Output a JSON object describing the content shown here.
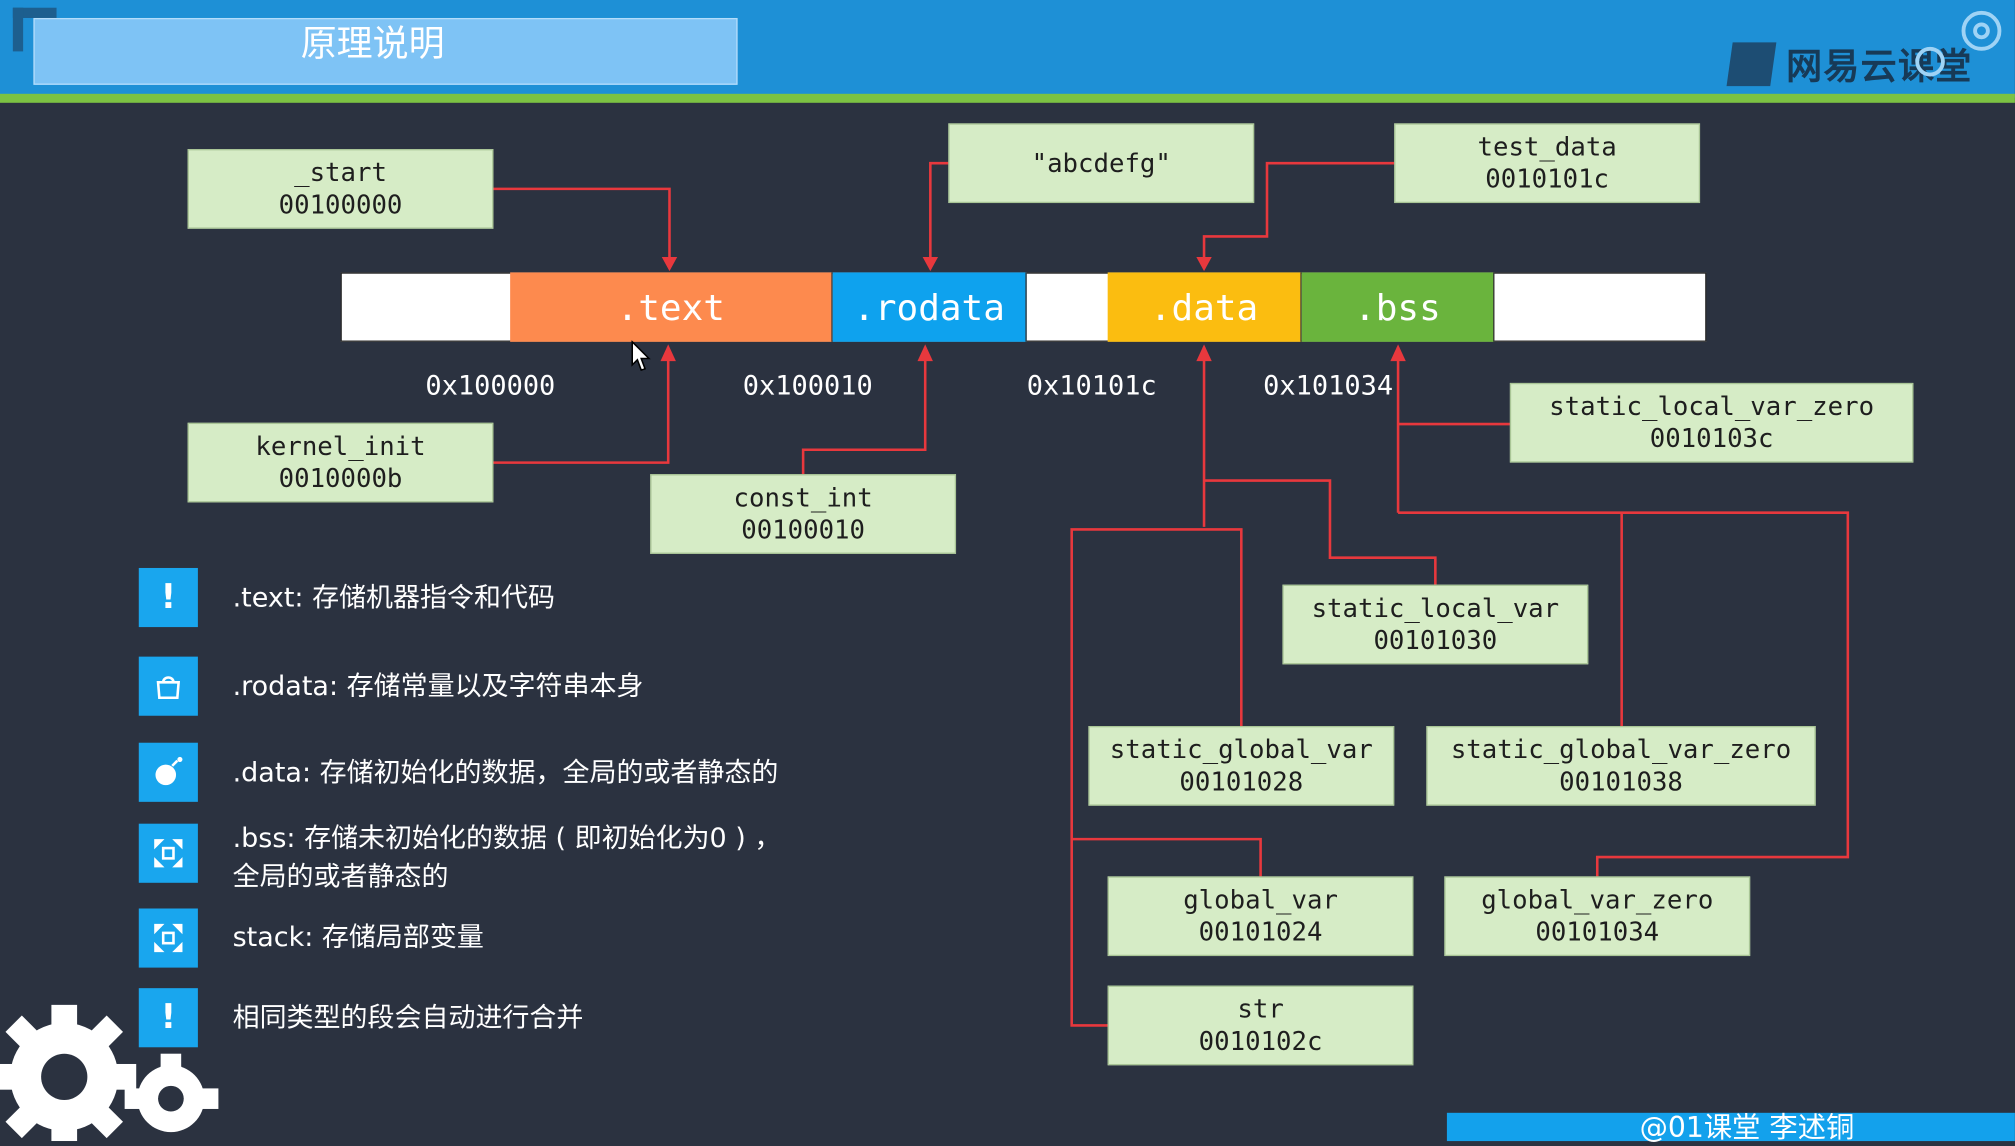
{
  "header": {
    "title": "原理说明",
    "logo_text": "网易云课堂"
  },
  "memory_bar": {
    "segments": [
      {
        "label": ".text",
        "color": "#fd8a4e"
      },
      {
        "label": ".rodata",
        "color": "#0ea2ee"
      },
      {
        "label": ".data",
        "color": "#fbbd10"
      },
      {
        "label": ".bss",
        "color": "#6ab43d"
      }
    ],
    "addresses": [
      "0x100000",
      "0x100010",
      "0x10101c",
      "0x101034"
    ]
  },
  "symbols": {
    "start": {
      "name": "_start",
      "addr": "00100000"
    },
    "abcdefg": {
      "name": "\"abcdefg\""
    },
    "test_data": {
      "name": "test_data",
      "addr": "0010101c"
    },
    "kernel_init": {
      "name": "kernel_init",
      "addr": "0010000b"
    },
    "const_int": {
      "name": "const_int",
      "addr": "00100010"
    },
    "static_local_var_zero": {
      "name": "static_local_var_zero",
      "addr": "0010103c"
    },
    "static_local_var": {
      "name": "static_local_var",
      "addr": "00101030"
    },
    "static_global_var": {
      "name": "static_global_var",
      "addr": "00101028"
    },
    "static_global_var_zero": {
      "name": "static_global_var_zero",
      "addr": "00101038"
    },
    "global_var": {
      "name": "global_var",
      "addr": "00101024"
    },
    "global_var_zero": {
      "name": "global_var_zero",
      "addr": "00101034"
    },
    "str": {
      "name": "str",
      "addr": "0010102c"
    }
  },
  "legend": [
    {
      "icon": "exclamation-icon",
      "glyph": "!",
      "text": ".text: 存储机器指令和代码"
    },
    {
      "icon": "bag-icon",
      "glyph": "",
      "text": ".rodata: 存储常量以及字符串本身"
    },
    {
      "icon": "bomb-icon",
      "glyph": "",
      "text": ".data: 存储初始化的数据，全局的或者静态的"
    },
    {
      "icon": "expand-icon",
      "glyph": "",
      "text": ".bss: 存储未初始化的数据 ( 即初始化为0 ) ，",
      "text2": "全局的或者静态的"
    },
    {
      "icon": "expand-icon",
      "glyph": "",
      "text": "stack: 存储局部变量"
    },
    {
      "icon": "exclamation-icon",
      "glyph": "!",
      "text": "相同类型的段会自动进行合并"
    }
  ],
  "footer": {
    "watermark": "@01课堂 李述铜"
  },
  "colors": {
    "arrow": "#e8383d",
    "box_bg": "#d6ecc6",
    "accent": "#19a6ee"
  }
}
